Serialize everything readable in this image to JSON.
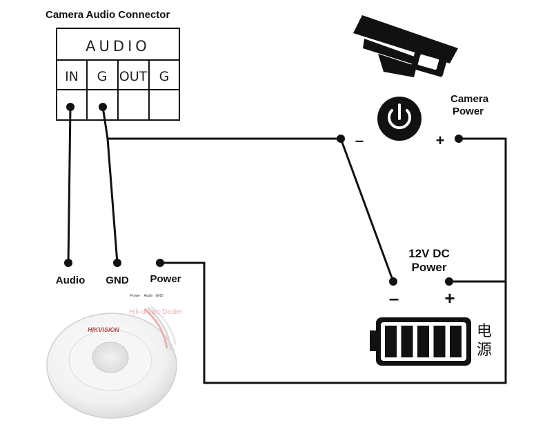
{
  "connector": {
    "title": "Camera Audio Connector",
    "header": "AUDIO",
    "pins": [
      "IN",
      "G",
      "OUT",
      "G"
    ]
  },
  "camera_power": {
    "label_line1": "Camera",
    "label_line2": "Power",
    "minus": "–",
    "plus": "+"
  },
  "dc_power": {
    "label_line1": "12V DC",
    "label_line2": "Power",
    "minus": "–",
    "plus": "+",
    "cn_char1": "电",
    "cn_char2": "源"
  },
  "mic": {
    "label_audio": "Audio",
    "label_gnd": "GND",
    "label_power": "Power",
    "brand": "HIKVISION",
    "watermark": "Hik-dh-ipc-Dealer",
    "wire_tag_power": "Power",
    "wire_tag_audio": "Audio",
    "wire_tag_gnd": "GND"
  },
  "battery": {
    "charge_bars": 5
  }
}
